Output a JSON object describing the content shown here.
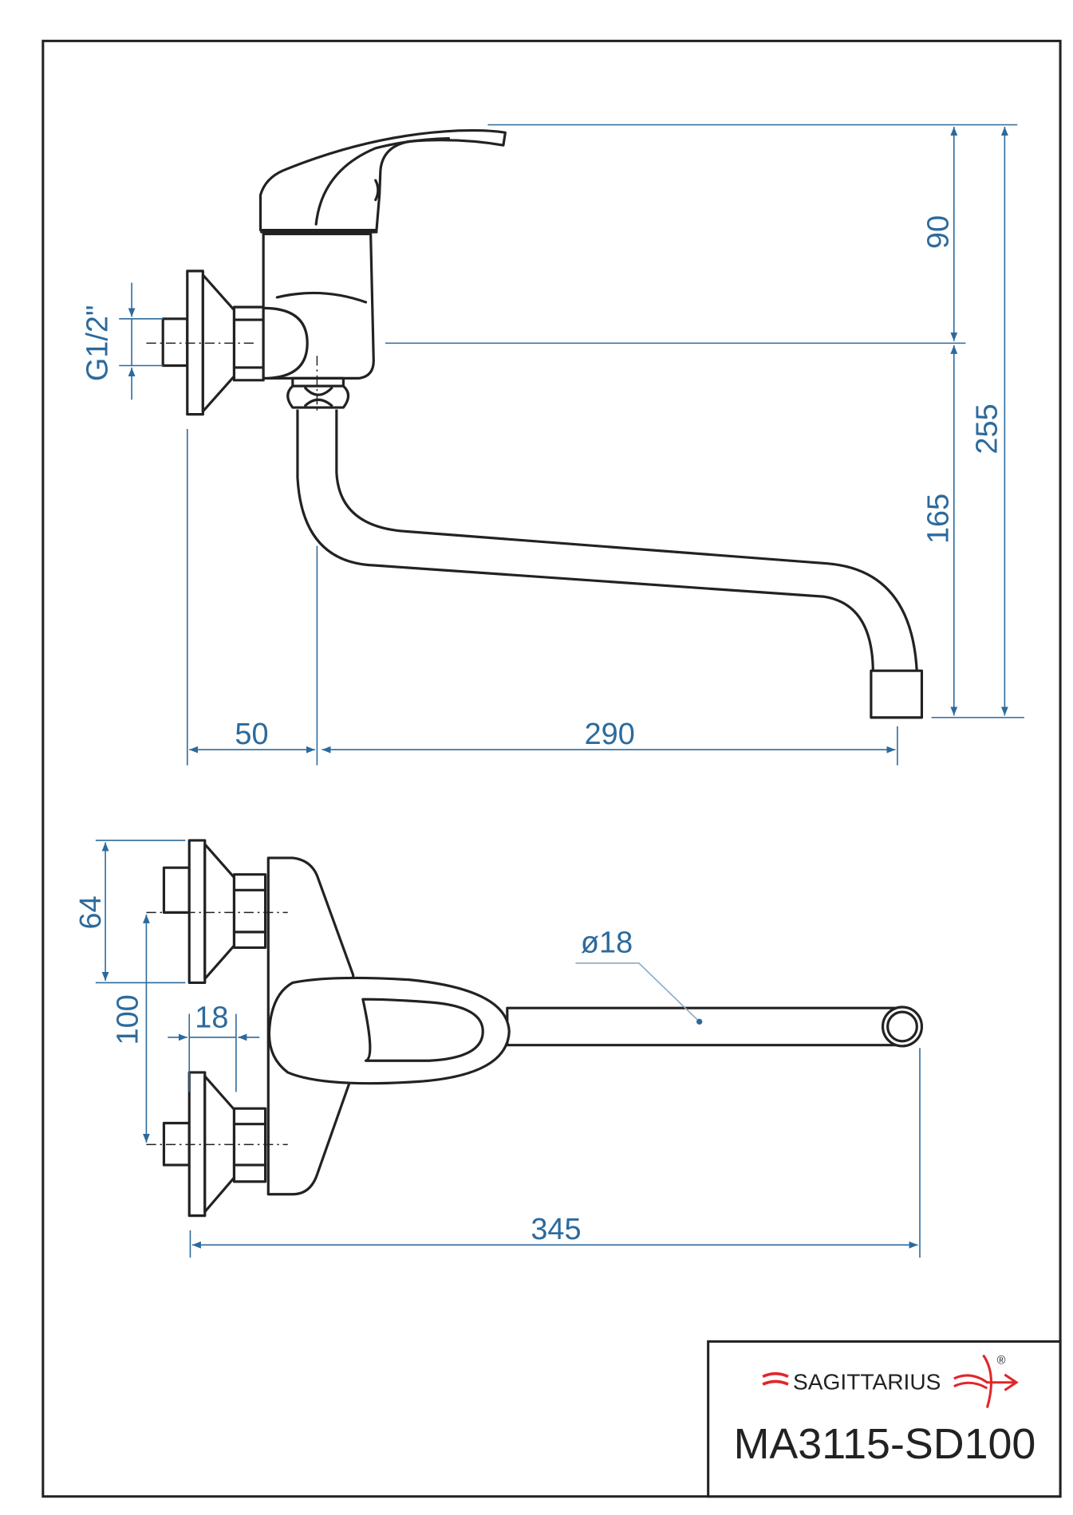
{
  "side_view": {
    "dims": {
      "height_lever": "90",
      "height_total": "255",
      "height_spout": "165",
      "thread": "G1/2\"",
      "offset": "50",
      "reach": "290"
    }
  },
  "top_view": {
    "dims": {
      "escutcheon": "64",
      "spacing": "100",
      "inlet": "18",
      "pipe_diameter": "ø18",
      "total_length": "345"
    }
  },
  "title_block": {
    "brand": "SAGITTARIUS",
    "registered": "®",
    "model": "MA3115-SD100",
    "brand_color": "#e0262a"
  },
  "colors": {
    "dimension": "#2c6a9c",
    "outline": "#222222"
  }
}
